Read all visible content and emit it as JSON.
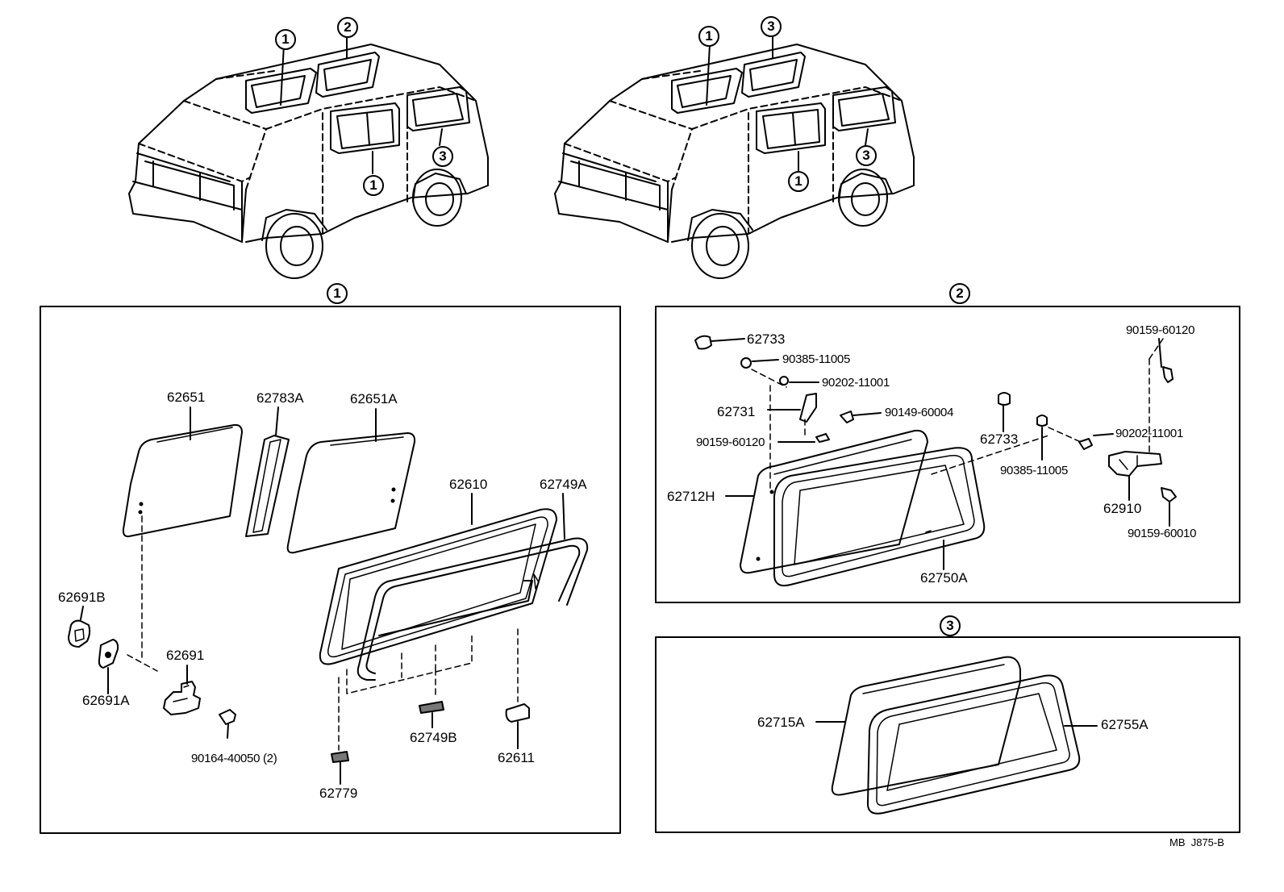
{
  "markers": {
    "one": "1",
    "two": "2",
    "three": "3"
  },
  "section1": {
    "parts": {
      "p62651": "62651",
      "p62783A": "62783A",
      "p62651A": "62651A",
      "p62610": "62610",
      "p62749A": "62749A",
      "p62691B": "62691B",
      "p62691": "62691",
      "p62691A": "62691A",
      "p90164": "90164-40050 (2)",
      "p62749B": "62749B",
      "p62611": "62611",
      "p62779": "62779"
    }
  },
  "section2": {
    "parts": {
      "p62733a": "62733",
      "p90385a": "90385-11005",
      "p90202a": "90202-11001",
      "p62731": "62731",
      "p90149": "90149-60004",
      "p90159a": "90159-60120",
      "p62712H": "62712H",
      "p62733b": "62733",
      "p90385b": "90385-11005",
      "p90202b": "90202-11001",
      "p90159b": "90159-60120",
      "p62910": "62910",
      "p90159c": "90159-60010",
      "p62750A": "62750A"
    }
  },
  "section3": {
    "parts": {
      "p62715A": "62715A",
      "p62755A": "62755A"
    }
  },
  "reference": "MB  J875-B"
}
